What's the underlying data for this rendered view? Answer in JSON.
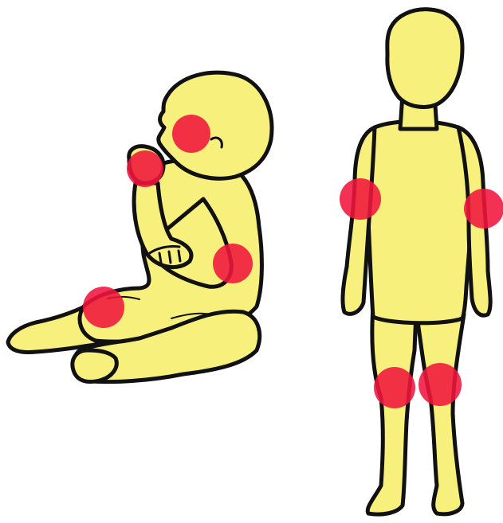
{
  "colors": {
    "background": "#ffffff",
    "skin": "#f7f07c",
    "outline": "#111111",
    "spot": "#f0143c"
  },
  "figures": [
    {
      "name": "seated-infant",
      "rash_sites": [
        "cheek",
        "hand",
        "elbow",
        "knee"
      ]
    },
    {
      "name": "standing-child",
      "rash_sites": [
        "right-elbow",
        "left-elbow",
        "right-knee",
        "left-knee"
      ]
    }
  ]
}
